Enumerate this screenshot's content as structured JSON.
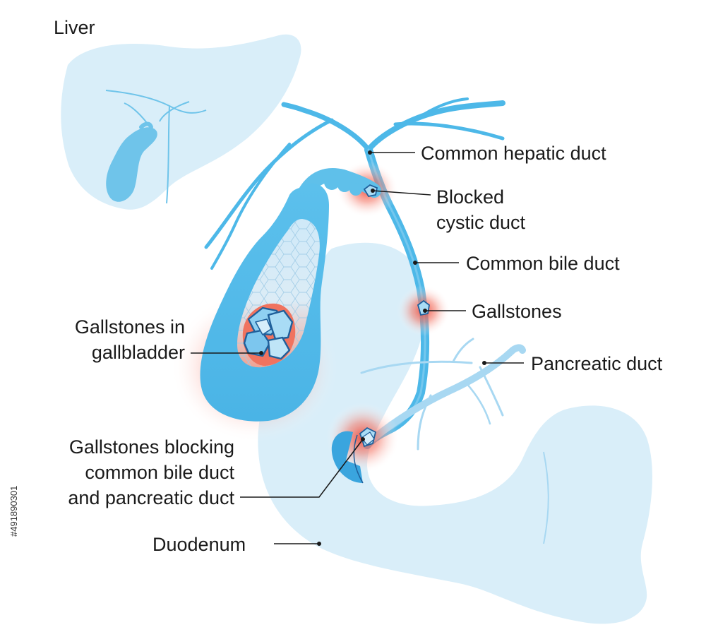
{
  "labels": {
    "liver": "Liver",
    "common_hepatic_duct": "Common hepatic duct",
    "blocked_cystic_duct_line1": "Blocked",
    "blocked_cystic_duct_line2": "cystic duct",
    "common_bile_duct": "Common bile duct",
    "gallstones": "Gallstones",
    "gallstones_in_gallbladder_line1": "Gallstones in",
    "gallstones_in_gallbladder_line2": "gallbladder",
    "pancreatic_duct": "Pancreatic duct",
    "blocking_line1": "Gallstones blocking",
    "blocking_line2": "common bile duct",
    "blocking_line3": "and pancreatic duct",
    "duodenum": "Duodenum"
  },
  "side_text": "#491890301",
  "colors": {
    "duct": "#4db8e8",
    "duct_dark": "#2a8fc8",
    "organ_light": "#d9eef9",
    "organ_mid": "#a8d8f2",
    "gallbladder": "#5fc0ea",
    "stone": "#8fd0f2",
    "stone_outline": "#1f5f9a",
    "inflammation": "#f04a3a",
    "text": "#1a1a1a"
  }
}
